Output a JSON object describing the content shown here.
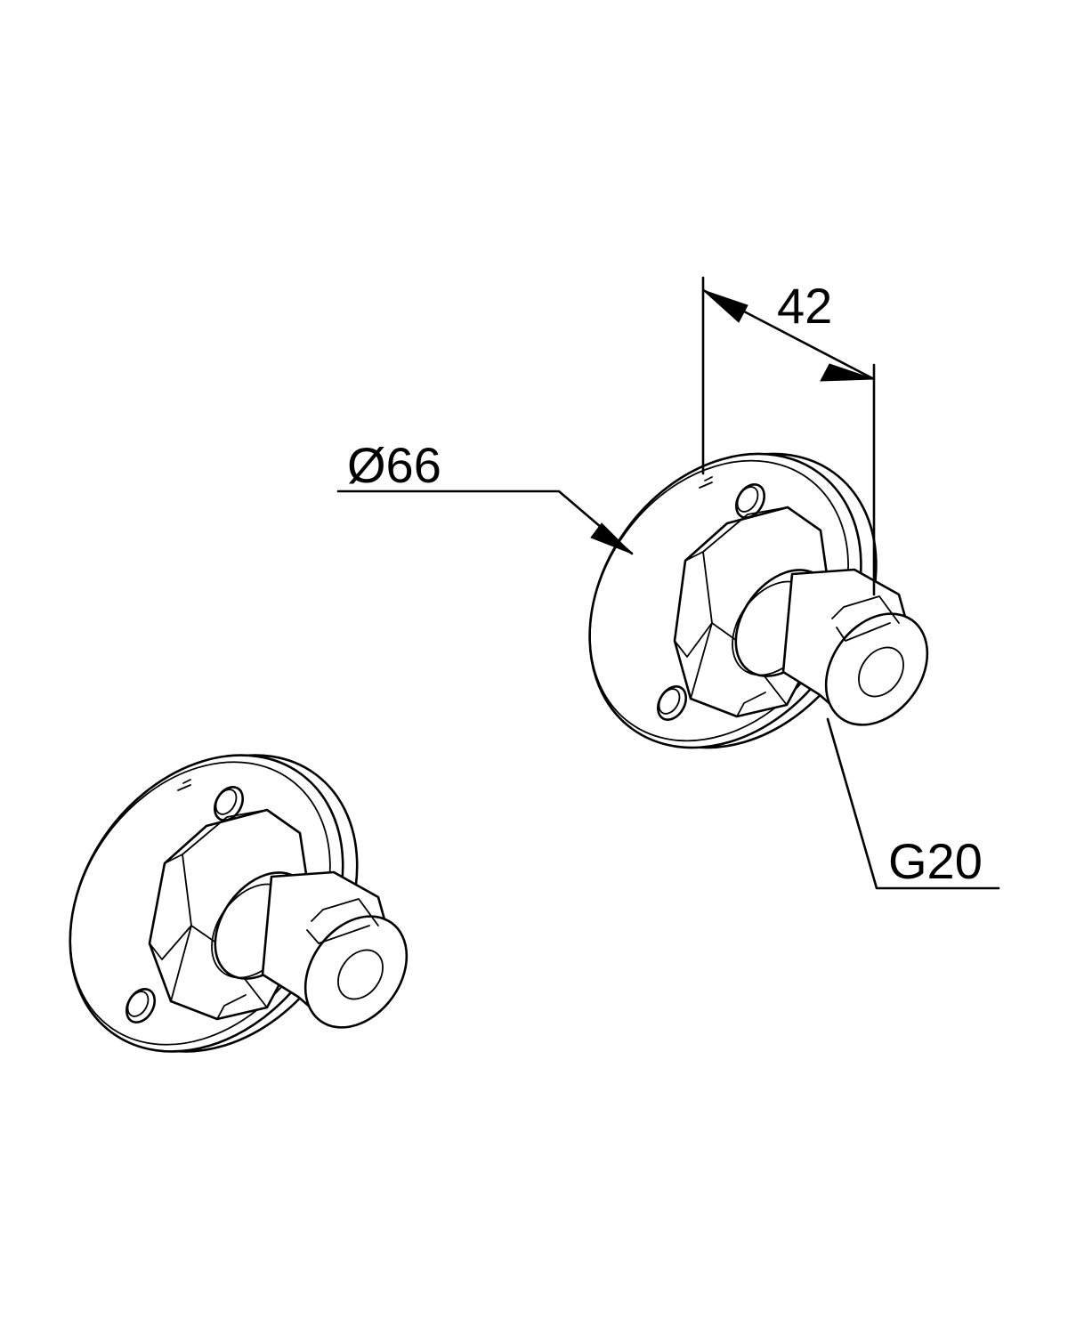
{
  "figure": {
    "background_color": "#ffffff",
    "line_color": "#000000",
    "parts": [
      {
        "name": "wall-flange-fitting",
        "view": "isometric",
        "detail": "dimensioned"
      },
      {
        "name": "wall-flange-fitting",
        "view": "isometric",
        "detail": "plain"
      }
    ],
    "dimensions": {
      "flange_diameter": "Ø66",
      "projection_depth": "42",
      "thread_size": "G20"
    }
  }
}
